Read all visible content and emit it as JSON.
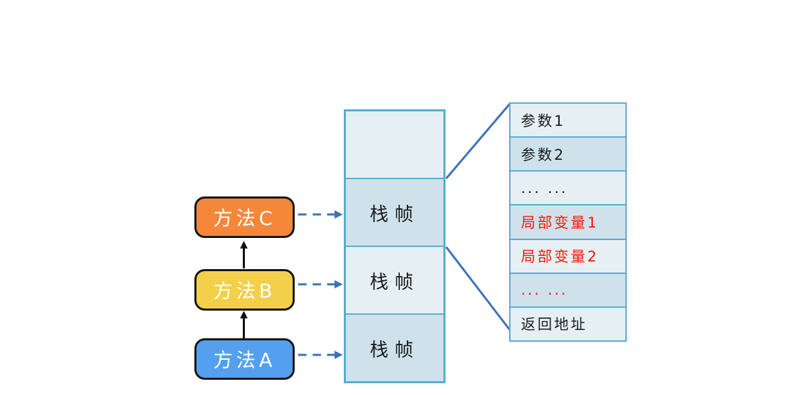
{
  "colors": {
    "method_c": "#F5873B",
    "method_b": "#F4CF4A",
    "method_a": "#54A0EF",
    "box_border": "#151515",
    "cell_light": "#E6EFF4",
    "cell_dark": "#CFE2EB",
    "stack_border": "#57AECB",
    "connector_blue": "#3B72B8",
    "arrow_black": "#111111",
    "text_black": "#1C1C1C",
    "text_red": "#FB1708",
    "text_white": "#FFFFFF"
  },
  "methods": [
    {
      "id": "A",
      "label": "方法A"
    },
    {
      "id": "B",
      "label": "方法B"
    },
    {
      "id": "C",
      "label": "方法C"
    }
  ],
  "stack": {
    "cells": [
      {
        "label": ""
      },
      {
        "label": "栈帧"
      },
      {
        "label": "栈帧"
      },
      {
        "label": "栈帧"
      }
    ]
  },
  "frame_table": {
    "rows": [
      {
        "label": "参数1",
        "color": "black"
      },
      {
        "label": "参数2",
        "color": "black"
      },
      {
        "label": "... ...",
        "color": "black"
      },
      {
        "label": "局部变量1",
        "color": "red"
      },
      {
        "label": "局部变量2",
        "color": "red"
      },
      {
        "label": "... ...",
        "color": "red"
      },
      {
        "label": "返回地址",
        "color": "black"
      }
    ]
  }
}
